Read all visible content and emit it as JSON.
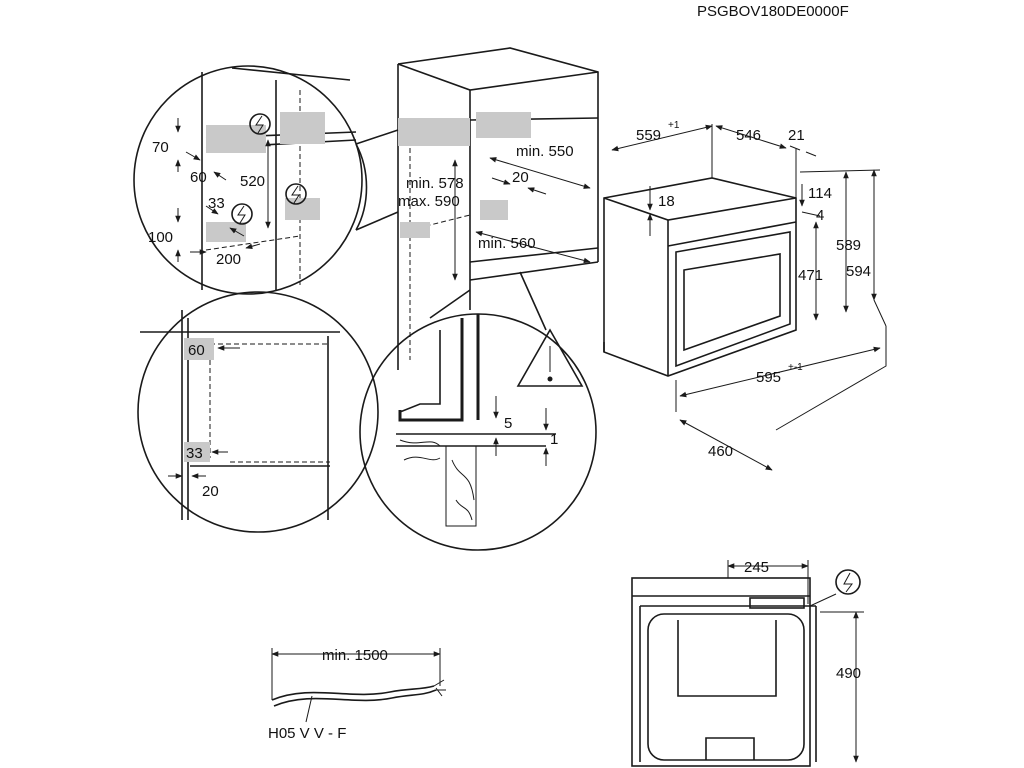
{
  "doc_code": "PSGBOV180DE0000F",
  "detail_topleft": {
    "d70": "70",
    "d60": "60",
    "d520": "520",
    "d33": "33",
    "d100": "100",
    "d200": "200"
  },
  "cabinet": {
    "min_578": "min. 578",
    "max_590": "max. 590",
    "min_550": "min. 550",
    "d20": "20",
    "min_560": "min. 560"
  },
  "oven": {
    "d559": "559",
    "d559_tol": "+1",
    "d546": "546",
    "d21": "21",
    "d18": "18",
    "d114": "114",
    "d4": "4",
    "d471": "471",
    "d589": "589",
    "d594": "594",
    "d595": "595",
    "d595_tol": "+-1",
    "d460": "460"
  },
  "detail_lowleft": {
    "d60": "60",
    "d33": "33",
    "d20": "20"
  },
  "detail_middle": {
    "d5": "5",
    "d1": "1"
  },
  "cable": {
    "min_1500": "min. 1500",
    "type": "H05 V V - F"
  },
  "rear": {
    "d245": "245",
    "d490": "490"
  },
  "icons": [
    "electrical-connection-icon",
    "warning-triangle-icon"
  ]
}
